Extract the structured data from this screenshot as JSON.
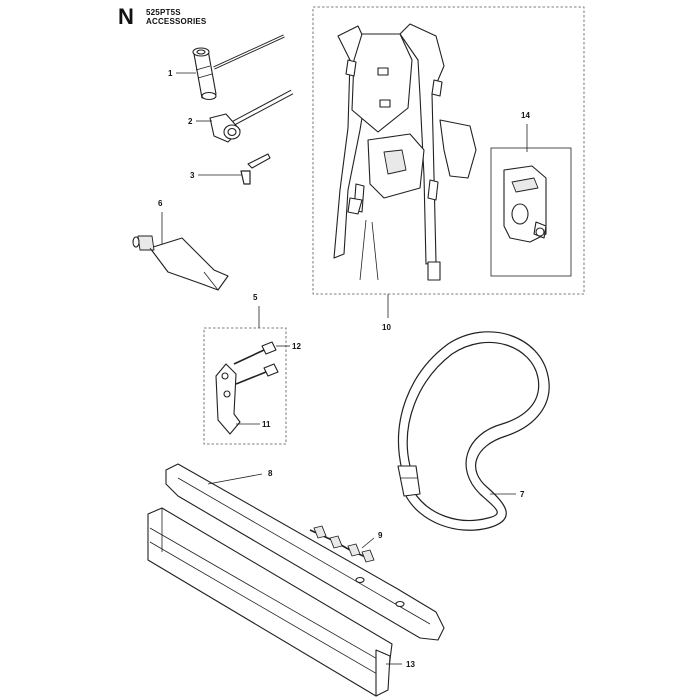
{
  "header": {
    "section_letter": "N",
    "model": "525PT5S",
    "title": "ACCESSORIES"
  },
  "callouts": [
    {
      "id": "c1",
      "label": "1"
    },
    {
      "id": "c2",
      "label": "2"
    },
    {
      "id": "c3",
      "label": "3"
    },
    {
      "id": "c5",
      "label": "5"
    },
    {
      "id": "c6",
      "label": "6"
    },
    {
      "id": "c7",
      "label": "7"
    },
    {
      "id": "c8",
      "label": "8"
    },
    {
      "id": "c9",
      "label": "9"
    },
    {
      "id": "c10",
      "label": "10"
    },
    {
      "id": "c11",
      "label": "11"
    },
    {
      "id": "c12",
      "label": "12"
    },
    {
      "id": "c13",
      "label": "13"
    },
    {
      "id": "c14",
      "label": "14"
    }
  ],
  "icons": [
    "socket-wrench-icon",
    "combination-wrench-icon",
    "hex-key-icon",
    "grease-tube-icon",
    "shoulder-strap-icon",
    "guide-bar-icon",
    "saw-chain-icon",
    "bar-cover-icon",
    "harness-icon",
    "bracket-icon",
    "screw-icon",
    "strap-clip-icon"
  ]
}
